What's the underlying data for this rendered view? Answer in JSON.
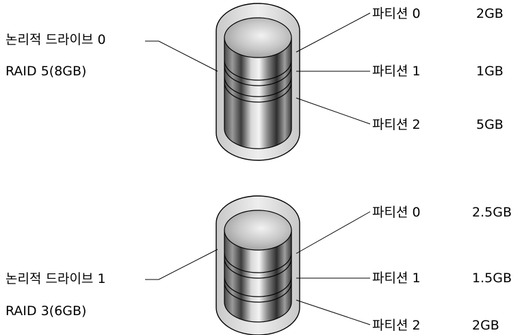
{
  "drives": [
    {
      "name": "논리적 드라이브 0",
      "raid": "RAID 5(8GB)",
      "partitions": [
        {
          "label": "파티션 0",
          "size": "2GB"
        },
        {
          "label": "파티션 1",
          "size": "1GB"
        },
        {
          "label": "파티션 2",
          "size": "5GB"
        }
      ]
    },
    {
      "name": "논리적 드라이브 1",
      "raid": "RAID 3(6GB)",
      "partitions": [
        {
          "label": "파티션 0",
          "size": "2.5GB"
        },
        {
          "label": "파티션 1",
          "size": "1.5GB"
        },
        {
          "label": "파티션 2",
          "size": "2GB"
        }
      ]
    }
  ],
  "colors": {
    "outline": "#000000",
    "outer_shell": "#dcdcdc",
    "disk_top": "#cfcfcf",
    "disk_body": "#8a8a8a"
  }
}
